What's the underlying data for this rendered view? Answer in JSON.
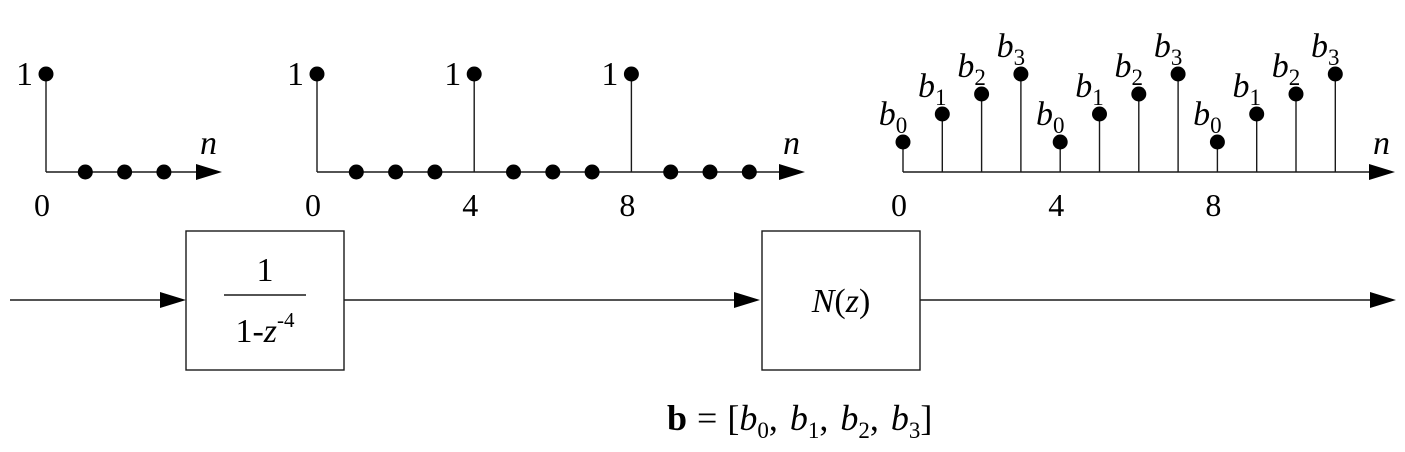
{
  "plots": [
    {
      "id": "impulse",
      "x_axis_label": "n",
      "stems": [
        {
          "n": 0,
          "h": 1,
          "label": "1"
        },
        {
          "n": 1,
          "h": 0
        },
        {
          "n": 2,
          "h": 0
        },
        {
          "n": 3,
          "h": 0
        }
      ],
      "x_ticks": [
        {
          "n": 0,
          "label": "0"
        }
      ]
    },
    {
      "id": "periodic-impulse",
      "x_axis_label": "n",
      "stems": [
        {
          "n": 0,
          "h": 1,
          "label": "1"
        },
        {
          "n": 1,
          "h": 0
        },
        {
          "n": 2,
          "h": 0
        },
        {
          "n": 3,
          "h": 0
        },
        {
          "n": 4,
          "h": 1,
          "label": "1"
        },
        {
          "n": 5,
          "h": 0
        },
        {
          "n": 6,
          "h": 0
        },
        {
          "n": 7,
          "h": 0
        },
        {
          "n": 8,
          "h": 1,
          "label": "1"
        },
        {
          "n": 9,
          "h": 0
        },
        {
          "n": 10,
          "h": 0
        },
        {
          "n": 11,
          "h": 0
        }
      ],
      "x_ticks": [
        {
          "n": 0,
          "label": "0"
        },
        {
          "n": 4,
          "label": "4"
        },
        {
          "n": 8,
          "label": "8"
        }
      ]
    },
    {
      "id": "periodic-output",
      "x_axis_label": "n",
      "stems": [
        {
          "n": 0,
          "h": 0.3,
          "sym": "b",
          "sub": "0"
        },
        {
          "n": 1,
          "h": 0.58,
          "sym": "b",
          "sub": "1"
        },
        {
          "n": 2,
          "h": 0.78,
          "sym": "b",
          "sub": "2"
        },
        {
          "n": 3,
          "h": 0.98,
          "sym": "b",
          "sub": "3"
        },
        {
          "n": 4,
          "h": 0.3,
          "sym": "b",
          "sub": "0"
        },
        {
          "n": 5,
          "h": 0.58,
          "sym": "b",
          "sub": "1"
        },
        {
          "n": 6,
          "h": 0.78,
          "sym": "b",
          "sub": "2"
        },
        {
          "n": 7,
          "h": 0.98,
          "sym": "b",
          "sub": "3"
        },
        {
          "n": 8,
          "h": 0.3,
          "sym": "b",
          "sub": "0"
        },
        {
          "n": 9,
          "h": 0.58,
          "sym": "b",
          "sub": "1"
        },
        {
          "n": 10,
          "h": 0.78,
          "sym": "b",
          "sub": "2"
        },
        {
          "n": 11,
          "h": 0.98,
          "sym": "b",
          "sub": "3"
        }
      ],
      "x_ticks": [
        {
          "n": 0,
          "label": "0"
        },
        {
          "n": 4,
          "label": "4"
        },
        {
          "n": 8,
          "label": "8"
        }
      ]
    }
  ],
  "blocks": {
    "comb_filter": {
      "numerator": "1",
      "denominator_prefix": "1-",
      "denominator_var": "z",
      "denominator_exponent": "-4"
    },
    "fir_filter": {
      "name": "N",
      "open_paren": "(",
      "var": "z",
      "close_paren": ")"
    }
  },
  "coefficients": {
    "vector": "b",
    "equals": "=",
    "open_bracket": "[",
    "close_bracket": "]",
    "separator": ",",
    "symbol": "b",
    "subscripts": [
      "0",
      "1",
      "2",
      "3"
    ]
  }
}
